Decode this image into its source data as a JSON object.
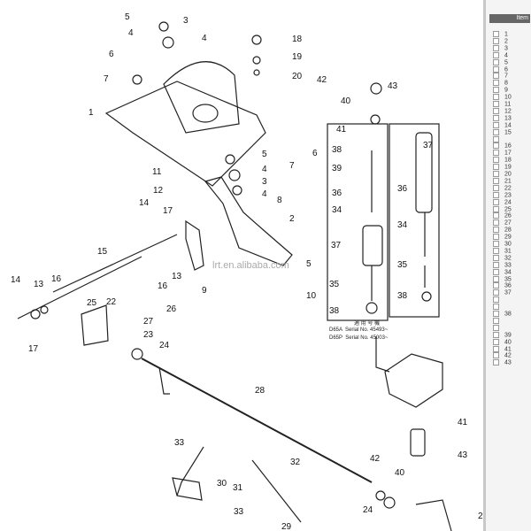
{
  "diagram": {
    "watermark": "lrt.en.alibaba.com",
    "callouts": [
      "5",
      "3",
      "4",
      "4",
      "6",
      "7",
      "1",
      "18",
      "19",
      "20",
      "42",
      "43",
      "40",
      "41",
      "7",
      "6",
      "5",
      "4",
      "3",
      "4",
      "8",
      "2",
      "11",
      "12",
      "14",
      "17",
      "15",
      "16",
      "13",
      "9",
      "5",
      "10",
      "14",
      "13",
      "16",
      "17",
      "25",
      "22",
      "27",
      "26",
      "23",
      "24",
      "28",
      "33",
      "32",
      "30",
      "31",
      "33",
      "29",
      "38",
      "39",
      "36",
      "34",
      "37",
      "35",
      "38",
      "37",
      "36",
      "34",
      "35",
      "38",
      "41",
      "42",
      "40",
      "43",
      "24",
      "27",
      "26"
    ],
    "serial_heading": "適 用 号 機",
    "serial_lines": [
      "D65A  Serial No. 45493~",
      "D65P  Serial No. 45003~"
    ]
  },
  "sidebar": {
    "header": "Item",
    "items": [
      "1",
      "2",
      "3",
      "4",
      "5",
      "6",
      "7",
      "8",
      "9",
      "10",
      "11",
      "12",
      "13",
      "14",
      "15",
      "",
      "16",
      "17",
      "18",
      "19",
      "20",
      "21",
      "22",
      "23",
      "24",
      "25",
      "26",
      "27",
      "28",
      "29",
      "30",
      "31",
      "32",
      "33",
      "34",
      "35",
      "36",
      "37",
      "",
      "",
      "38",
      "",
      "",
      "39",
      "40",
      "41",
      "42",
      "43"
    ]
  }
}
